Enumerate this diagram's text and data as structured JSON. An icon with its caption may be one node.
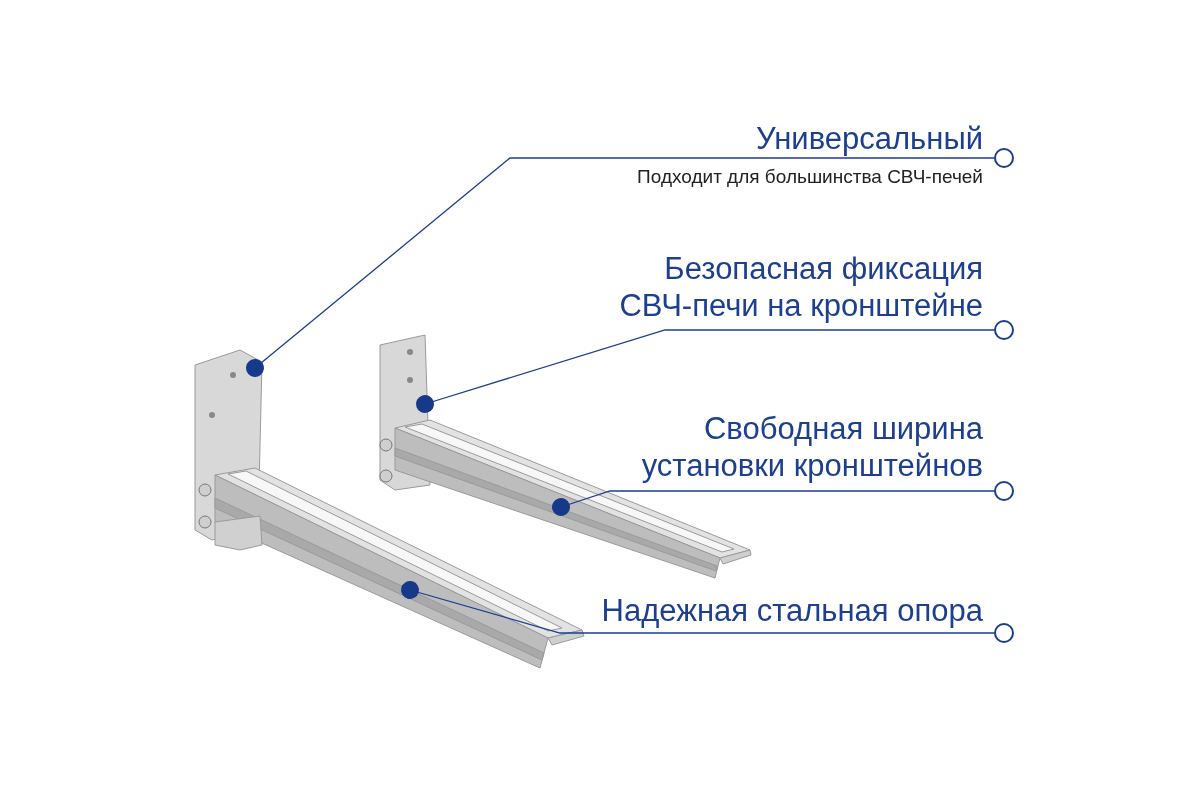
{
  "diagram": {
    "nodes": [
      {
        "text": [
          "Универсальный",
          "Подходит для большинства СВЧ-печей"
        ]
      },
      {
        "text": [
          "Безопасная фиксация СВЧ-печи на кронштейне"
        ]
      },
      {
        "text": [
          "Свободная ширина установки кронштейнов"
        ]
      },
      {
        "text": [
          "Надежная стальная опора"
        ]
      },
      {
        "text": [],
        "shape": "picture"
      },
      {
        "text": [],
        "shape": "picture"
      },
      {
        "text": [],
        "shape": "picture"
      },
      {
        "text": [],
        "shape": "picture"
      }
    ],
    "edges": [
      {
        "from": 0,
        "to": 4,
        "arrow": "other"
      },
      {
        "from": 1,
        "to": 6,
        "arrow": "other"
      },
      {
        "from": 2,
        "to": 7,
        "arrow": "other"
      },
      {
        "from": 3,
        "to": 5,
        "arrow": "other"
      }
    ]
  }
}
